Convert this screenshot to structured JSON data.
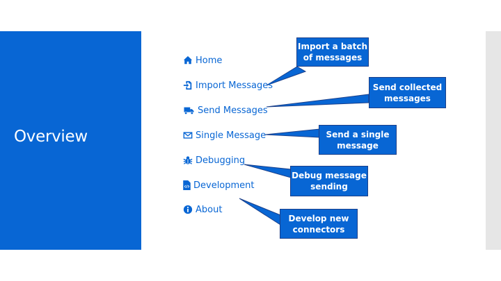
{
  "slide": {
    "title": "Overview",
    "colors": {
      "accent": "#0866d4",
      "sidebar_strip": "#e6e6e6"
    }
  },
  "nav": [
    {
      "label": "Home",
      "icon": "home-icon"
    },
    {
      "label": "Import Messages",
      "icon": "import-icon"
    },
    {
      "label": "Send Messages",
      "icon": "truck-icon"
    },
    {
      "label": "Single Message",
      "icon": "envelope-icon"
    },
    {
      "label": "Debugging",
      "icon": "bug-icon"
    },
    {
      "label": "Development",
      "icon": "code-file-icon"
    },
    {
      "label": "About",
      "icon": "info-icon"
    }
  ],
  "callouts": {
    "import": "Import a batch of messages",
    "send": "Send collected messages",
    "single": "Send a single message",
    "debug": "Debug message sending",
    "develop": "Develop new connectors"
  }
}
